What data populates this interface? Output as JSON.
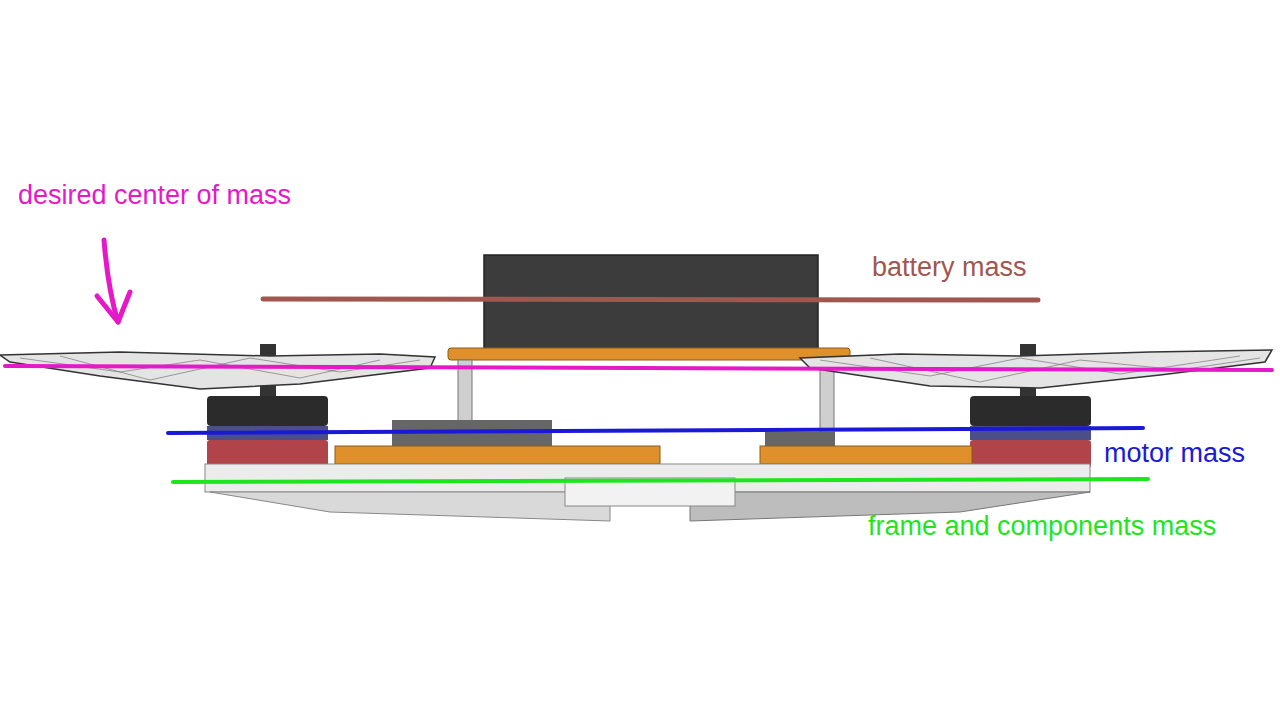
{
  "diagram": {
    "labels": [
      "desired center of mass",
      "battery mass",
      "motor mass",
      "frame and components mass"
    ]
  }
}
